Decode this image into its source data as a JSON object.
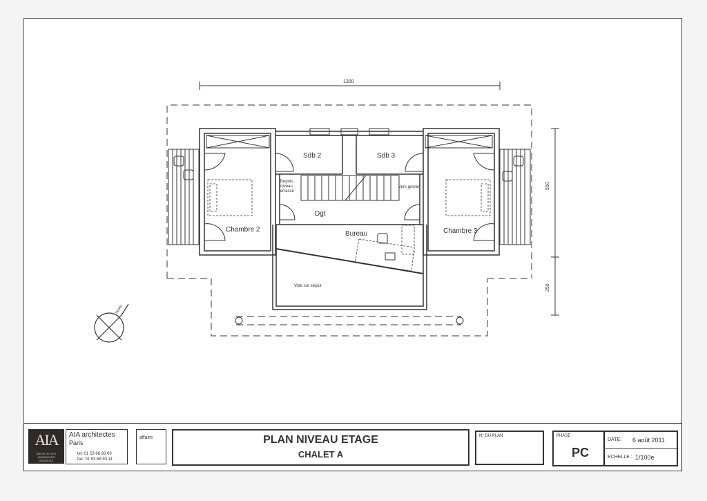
{
  "plan": {
    "dimension_width": "1300",
    "dimension_depth": "550",
    "dimension_balcony": "250",
    "rooms": {
      "sdb2": "Sdb 2",
      "sdb3": "Sdb 3",
      "dgt": "Dgt",
      "chambre2": "Chambre 2",
      "chambre3": "Chambre 3",
      "bureau": "Bureau",
      "vide": "Vide sur séjour",
      "depuis_line1": "Depuis",
      "depuis_line2": "niveau",
      "depuis_line3": "terrasse",
      "vers_grenier": "Vers grenier"
    },
    "compass_label": "NORD"
  },
  "title_block": {
    "logo_mark": "AIA",
    "logo_sub_line1": "ARCHITECTES",
    "logo_sub_line2": "INGENIEURS",
    "logo_sub_line3": "ASSOCIES",
    "firm_name": "AIA architectes",
    "firm_city": "Paris",
    "firm_tel": "tel: 01 53 68 93 00",
    "firm_fax": "fax: 01 53 68 93 11",
    "affaire_label": "affaire",
    "plan_title": "PLAN NIVEAU ETAGE",
    "plan_subtitle": "CHALET A",
    "plan_number_label": "N° DU PLAN",
    "phase_label": "PHASE",
    "phase_value": "PC",
    "date_label": "DATE:",
    "date_value": "6 août 2011",
    "scale_label": "ECHELLE :",
    "scale_value": "1/100e"
  }
}
